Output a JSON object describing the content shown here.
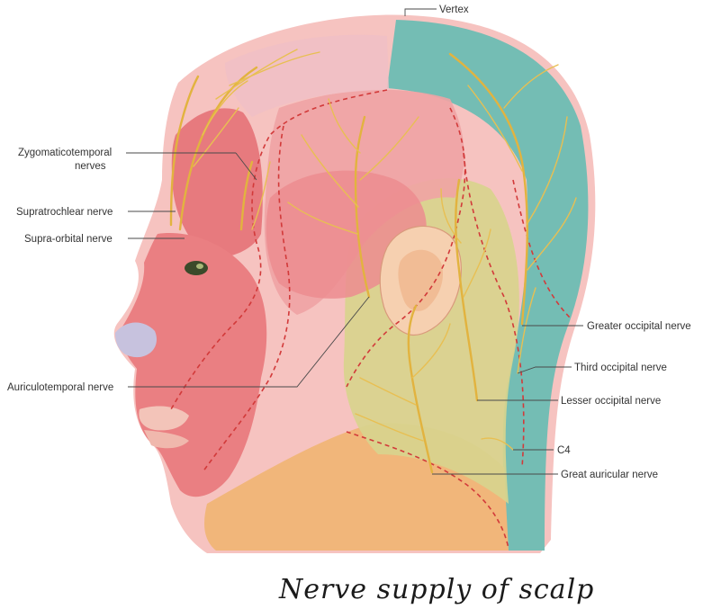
{
  "labels": {
    "vertex": "Vertex",
    "zygomaticotemporal_line1": "Zygomaticotemporal",
    "zygomaticotemporal_line2": "nerves",
    "supratrochlear": "Supratrochlear nerve",
    "supraorbital": "Supra-orbital nerve",
    "auriculotemporal": "Auriculotemporal nerve",
    "greater_occipital": "Greater occipital nerve",
    "third_occipital": "Third occipital nerve",
    "lesser_occipital": "Lesser occipital nerve",
    "c4": "C4",
    "great_auricular": "Great auricular nerve"
  },
  "caption": "Nerve supply of scalp",
  "colors": {
    "skin_pink": "#f2a7a6",
    "muscle_red": "#e8767a",
    "occipital_teal": "#5fb8ad",
    "neck_orange": "#f0b070",
    "auricular_green": "#d6d28a",
    "nerve_yellow": "#e2b33f",
    "boundary_red": "#d23a3a"
  }
}
